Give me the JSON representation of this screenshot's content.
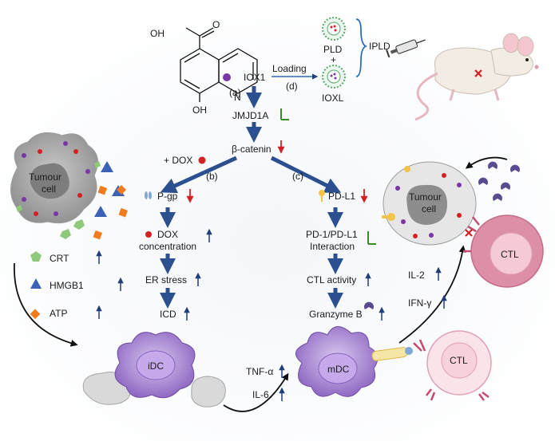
{
  "molecule": {
    "cooh": "O",
    "cooh2": "OH",
    "n": "N",
    "oh": "OH"
  },
  "labels": {
    "iox1": "IOX1",
    "a": "(a)",
    "loading": "Loading",
    "d": "(d)",
    "pld": "PLD",
    "plus_top": "+",
    "ioxl": "IOXL",
    "ipld": "IPLD",
    "jmjd1a": "JMJD1A",
    "bcatenin": "β-catenin",
    "dox": "+ DOX",
    "b": "(b)",
    "c": "(c)",
    "pgp": "P-gp",
    "dox_conc_1": "DOX",
    "dox_conc_2": "concentration",
    "er_stress": "ER stress",
    "icd": "ICD",
    "pdl1": "PD-L1",
    "pd1_1": "PD-1/PD-L1",
    "pd1_2": "Interaction",
    "ctl_activity": "CTL activity",
    "granzyme": "Granzyme B",
    "tumour_left_1": "Tumour",
    "tumour_left_2": "cell",
    "crt": "CRT",
    "hmgb1": "HMGB1",
    "atp": "ATP",
    "idc": "iDC",
    "tnf": "TNF-α",
    "il6": "IL-6",
    "mdc": "mDC",
    "ctl_lower": "CTL",
    "il2": "IL-2",
    "ifn": "IFN-γ",
    "tumour_right_1": "Tumour",
    "tumour_right_2": "cell",
    "ctl_upper": "CTL"
  },
  "colors": {
    "arrow_blue": "#2b4f8f",
    "up_arrow": "#1f3f7a",
    "down_red": "#d32020",
    "inhibit_green": "#3b8b2e",
    "bracket": "#2a6fb5"
  }
}
